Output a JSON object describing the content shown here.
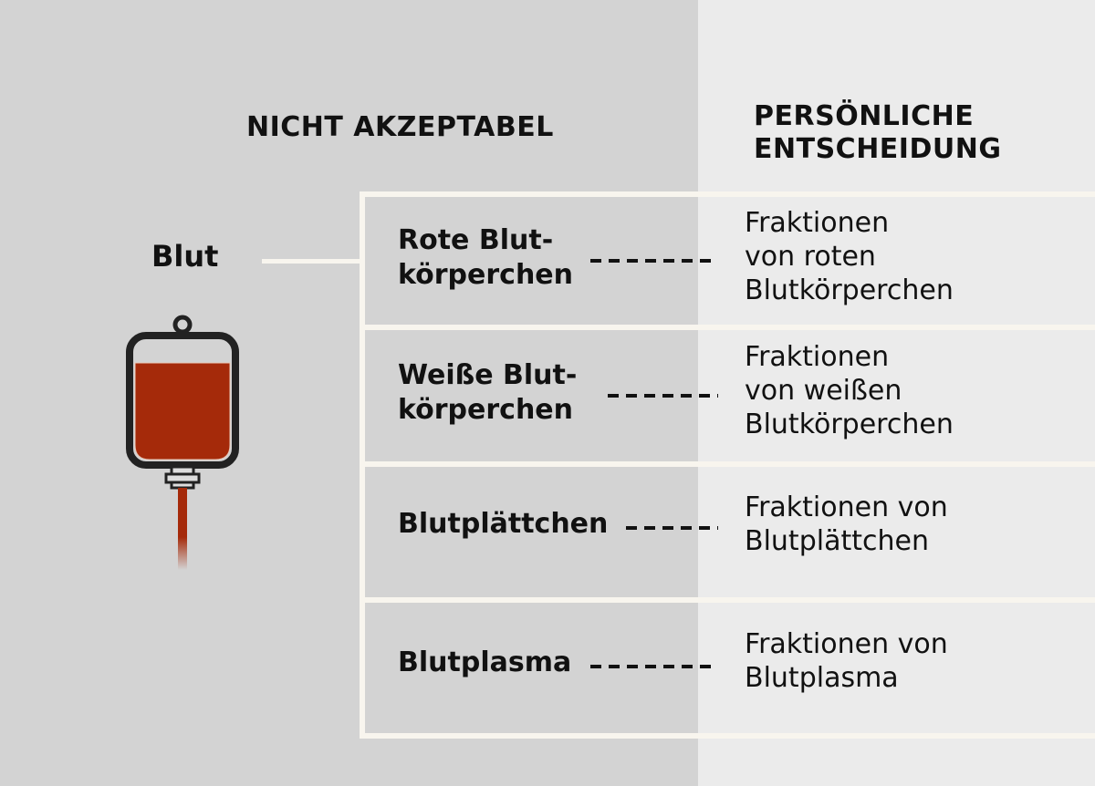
{
  "headers": {
    "left": "NICHT AKZEPTABEL",
    "right_line1": "PERSÖNLICHE",
    "right_line2": "ENTSCHEIDUNG"
  },
  "source": {
    "label": "Blut",
    "icon": "blood-bag-icon"
  },
  "colors": {
    "left_bg": "#d3d3d3",
    "right_bg": "#ebebeb",
    "frame": "#f8f5ee",
    "blood": "#a52a0a"
  },
  "rows": [
    {
      "component_line1": "Rote Blut-",
      "component_line2": "körperchen",
      "fraction_line1": "Fraktionen",
      "fraction_line2": "von roten",
      "fraction_line3": "Blutkörperchen"
    },
    {
      "component_line1": "Weiße Blut-",
      "component_line2": "körperchen",
      "fraction_line1": "Fraktionen",
      "fraction_line2": "von weißen",
      "fraction_line3": "Blutkörperchen"
    },
    {
      "component_line1": "Blutplättchen",
      "fraction_line1": "Fraktionen von",
      "fraction_line2": "Blutplättchen"
    },
    {
      "component_line1": "Blutplasma",
      "fraction_line1": "Fraktionen von",
      "fraction_line2": "Blutplasma"
    }
  ]
}
